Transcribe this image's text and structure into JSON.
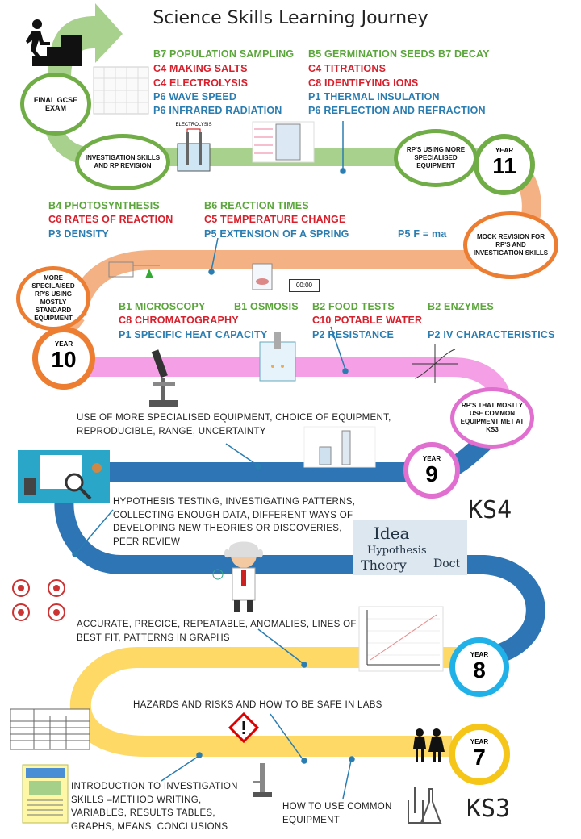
{
  "title": "Science Skills Learning Journey",
  "final_exam": "FINAL GCSE EXAM",
  "bubbles": {
    "investigation": "INVESTIGATION SKILLS AND RP REVISION",
    "rps_more": "RP'S USING MORE SPECIALISED EQUIPMENT",
    "mock": "MOCK REVISION FOR RP'S AND INVESTIGATION SKILLS",
    "more_specialised": "MORE SPECILAISED RP'S USING MOSTLY STANDARD EQUIPMENT",
    "common": "RP'S THAT MOSTLY USE COMMON EQUIPMENT MET AT KS3"
  },
  "years": {
    "label": "YEAR",
    "y11": "11",
    "y10": "10",
    "y9": "9",
    "y8": "8",
    "y7": "7"
  },
  "key_stages": {
    "ks4": "KS4",
    "ks3": "KS3"
  },
  "topics": {
    "row1_left": [
      "B7 POPULATION SAMPLING",
      "C4 MAKING SALTS",
      "C4 ELECTROLYSIS",
      "P6 WAVE SPEED",
      "P6 INFRARED RADIATION"
    ],
    "row1_right": [
      "B5 GERMINATION SEEDS",
      "C4 TITRATIONS",
      "C8 IDENTIFYING IONS",
      "P1 THERMAL INSULATION",
      "P6 REFLECTION AND REFRACTION"
    ],
    "row1_decay": "B7 DECAY",
    "row2_left": [
      "B4 PHOTOSYNTHESIS",
      "C6 RATES OF REACTION",
      "P3 DENSITY"
    ],
    "row2_right": [
      "B6 REACTION TIMES",
      "C5 TEMPERATURE CHANGE",
      "P5 EXTENSION OF A SPRING"
    ],
    "row2_extra": "P5 F = ma",
    "row3_left": [
      "B1 MICROSCOPY",
      "C8 CHROMATOGRAPHY",
      "P1 SPECIFIC HEAT CAPACITY"
    ],
    "row3_osmosis": "B1 OSMOSIS",
    "row3_mid": [
      "B2 FOOD TESTS",
      "C10 POTABLE WATER",
      "P2 RESISTANCE"
    ],
    "row3_enzymes": "B2 ENZYMES",
    "row3_iv": "P2 IV CHARACTERISTICS"
  },
  "descriptions": {
    "y9": [
      "USE OF MORE SPECIALISED EQUIPMENT, CHOICE OF EQUIPMENT,",
      "REPRODUCIBLE, RANGE, UNCERTAINTY"
    ],
    "hypothesis": [
      "HYPOTHESIS TESTING, INVESTIGATING PATTERNS,",
      "COLLECTING ENOUGH DATA, DIFFERENT WAYS OF",
      "DEVELOPING NEW THEORIES OR DISCOVERIES,",
      "PEER REVIEW"
    ],
    "accuracy": [
      "ACCURATE, PRECICE, REPEATABLE, ANOMALIES, LINES OF",
      "BEST FIT, PATTERNS IN GRAPHS"
    ],
    "hazards": "HAZARDS AND RISKS AND HOW TO BE SAFE IN LABS",
    "intro": [
      "INTRODUCTION TO INVESTIGATION",
      "SKILLS –METHOD WRITING,",
      "VARIABLES, RESULTS TABLES,",
      "GRAPHS, MEANS, CONCLUSIONS"
    ],
    "common_eq": [
      "HOW TO USE COMMON",
      "EQUIPMENT"
    ]
  },
  "image_labels": {
    "electrolysis": "ELECTROLYSIS",
    "word_idea": "Idea",
    "word_hypothesis": "Hypothesis",
    "word_theory": "Theory",
    "word_doc": "Doct",
    "timer": "00:00"
  },
  "colors": {
    "green": "#a9d18e",
    "green_dark": "#70ad47",
    "peach": "#f4b183",
    "orange": "#ed7d31",
    "pink": "#f5a0e6",
    "pink_dark": "#e06fd0",
    "blue": "#2e75b6",
    "blue_bubble": "#1fb1e8",
    "yellow": "#ffd966",
    "yellow_dark": "#f5c518",
    "topic_green": "#5aa63a",
    "topic_red": "#d8202c",
    "topic_blue": "#2a7db1"
  }
}
